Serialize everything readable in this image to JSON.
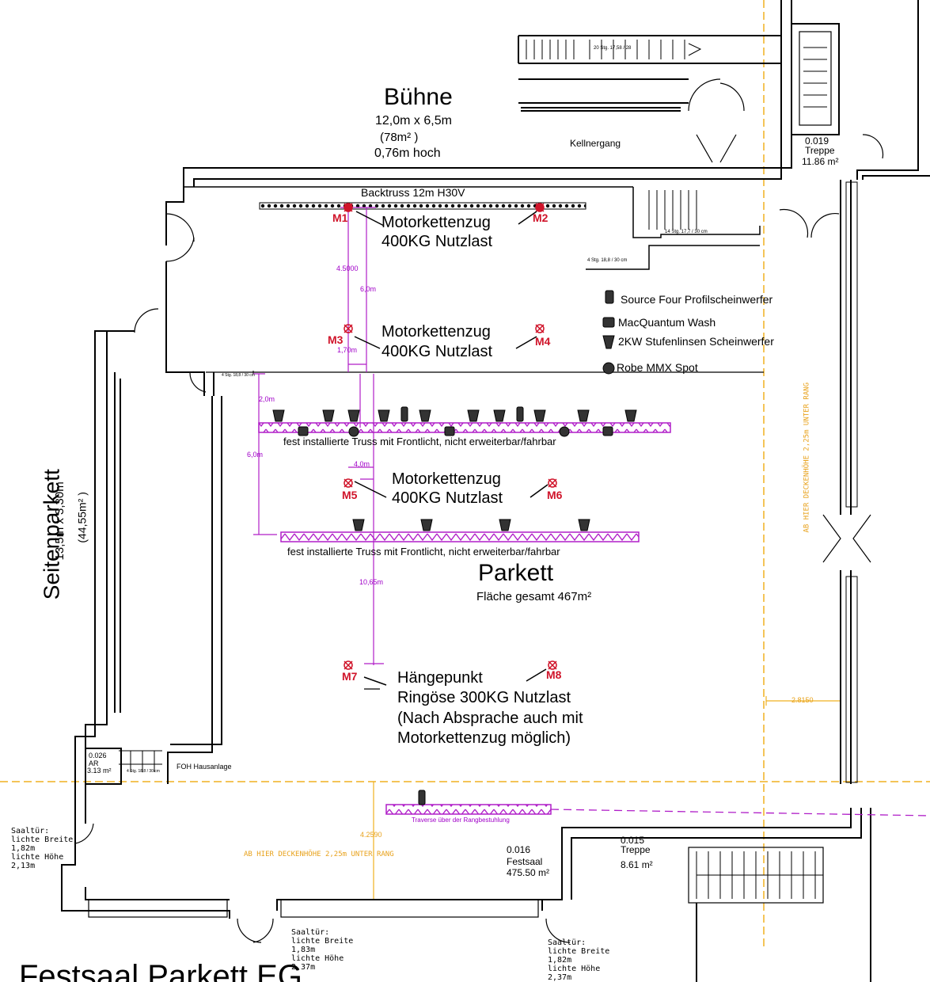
{
  "stage": {
    "title": "Bühne",
    "dimensions": "12,0m x 6,5m",
    "area": "(78m² )",
    "height": "0,76m hoch"
  },
  "rooms": {
    "kellnergang": "Kellnergang",
    "stair_top": {
      "number": "0.019",
      "name": "Treppe",
      "area": "11.86 m²"
    },
    "stair_bottom": {
      "number": "0.015",
      "name": "Treppe",
      "area": "8.61 m²"
    },
    "festsaal": {
      "number": "0.016",
      "name": "Festsaal",
      "area": "475.50 m²"
    },
    "ar": {
      "number": "0.026",
      "name": "AR",
      "area": "3.13 m²"
    },
    "foh": "FOH Hausanlage"
  },
  "stair_labels": {
    "top": "20 Stg. 17,58 / 28",
    "mid1": "14 Stg. 17,7 / 30 cm",
    "mid2": "4 Stg. 18,8 / 30 cm",
    "left": "4 Stg. 18,8 / 30 cm",
    "foh": "4 Stg. 18,8 / 30 cm"
  },
  "backtruss": "Backtruss 12m H30V",
  "points": {
    "m1": "M1",
    "m2": "M2",
    "m3": "M3",
    "m4": "M4",
    "m5": "M5",
    "m6": "M6",
    "m7": "M7",
    "m8": "M8"
  },
  "hoist": {
    "line1": "Motorkettenzug",
    "line2": "400KG Nutzlast"
  },
  "hang": {
    "line1": "Hängepunkt",
    "line2": "Ringöse 300KG Nutzlast",
    "line3": "(Nach Absprache auch mit",
    "line4": "Motorkettenzug möglich)"
  },
  "legend": [
    {
      "icon": "source-four-icon",
      "label": "Source Four Profilscheinwerfer"
    },
    {
      "icon": "macquantum-icon",
      "label": "MacQuantum Wash"
    },
    {
      "icon": "fresnel-icon",
      "label": "2KW Stufenlinsen Scheinwerfer"
    },
    {
      "icon": "robe-mmx-icon",
      "label": "Robe MMX Spot"
    }
  ],
  "truss_labels": {
    "truss1": "fest installierte Truss mit Frontlicht, nicht erweiterbar/fahrbar",
    "truss2": "fest installierte Truss mit Frontlicht, nicht erweiterbar/fahrbar",
    "truss3": "Traverse über der Rangbestuhlung"
  },
  "dims": {
    "d_4_5": "4.5000",
    "d_6_0_top": "6,0m",
    "d_1_70": "1,70m",
    "d_2_0": "2,0m",
    "d_6_0_left": "6,0m",
    "d_4_0": "4,0m",
    "d_10_65": "10,65m",
    "d_4_2590": "4.2590",
    "d_2_8150": "2.8150"
  },
  "parkett": {
    "title": "Parkett",
    "area": "Fläche gesamt 467m²"
  },
  "seitenparkett": {
    "title": "Seitenparkett",
    "dims": "13,5m x 3,30m",
    "area": "(44,55m² )"
  },
  "ceiling_note": "AB HIER DECKENHÖHE 2,25m UNTER RANG",
  "ceiling_note_vertical": "AB HIER DECKENHÖHE 2,25m UNTER RANG",
  "doors": {
    "left": {
      "l1": "Saaltür:",
      "l2": "lichte Breite",
      "l3": "1,82m",
      "l4": "lichte Höhe",
      "l5": "2,13m"
    },
    "center": {
      "l1": "Saaltür:",
      "l2": "lichte Breite",
      "l3": "1,83m",
      "l4": "lichte Höhe",
      "l5": "2,37m"
    },
    "right": {
      "l1": "Saaltür:",
      "l2": "lichte Breite",
      "l3": "1,82m",
      "l4": "lichte Höhe",
      "l5": "2,37m"
    }
  },
  "bottom_title": "Festsaal Parkett EG",
  "colors": {
    "hoist": "#d0142a",
    "truss": "#b01ec8",
    "guide": "#f0b020",
    "wall": "#000000"
  }
}
